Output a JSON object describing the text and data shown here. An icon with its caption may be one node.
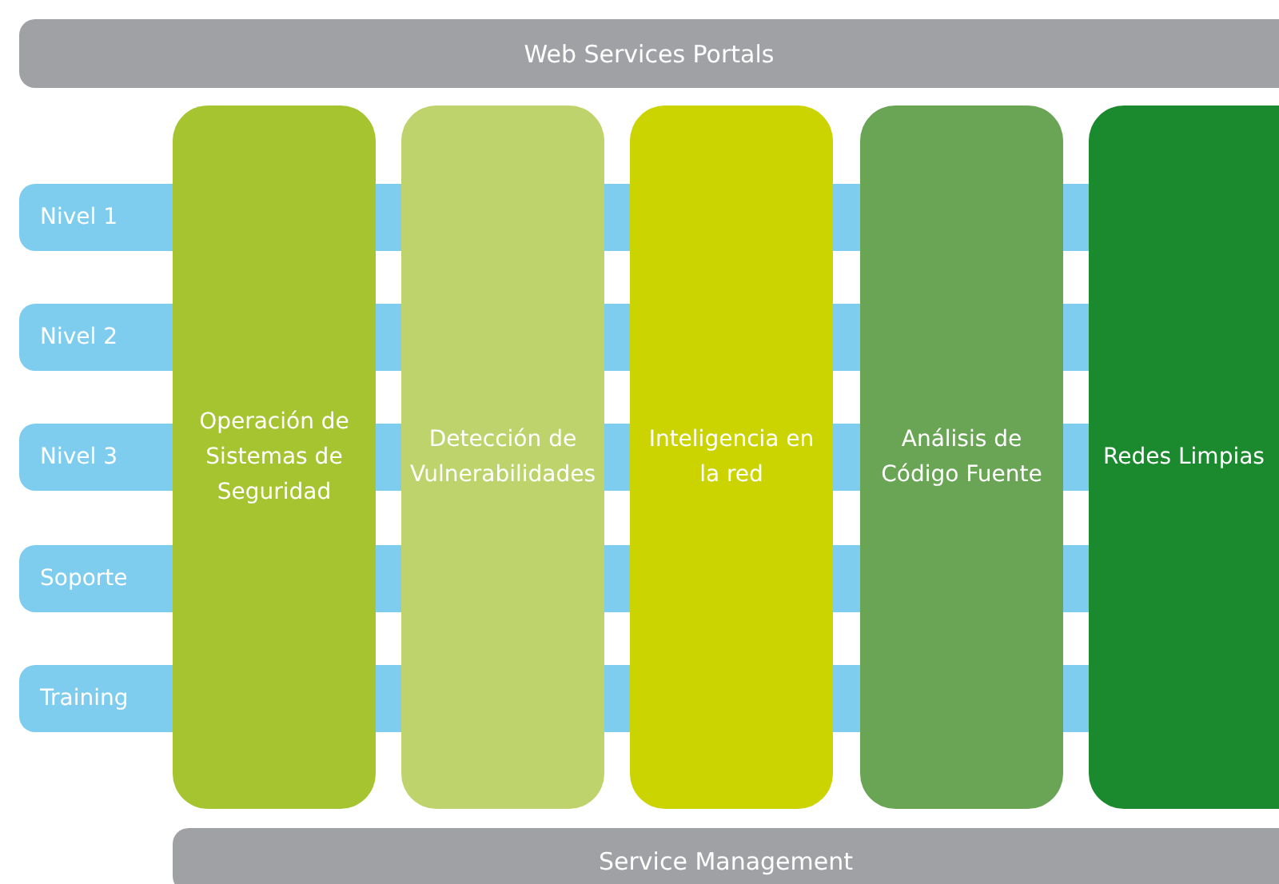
{
  "diagram": {
    "nodes": [
      {
        "text": [
          "Web Services Portals"
        ]
      },
      {
        "text": [
          "Nivel 1"
        ]
      },
      {
        "text": [
          "Nivel 2"
        ]
      },
      {
        "text": [
          "Nivel 3"
        ]
      },
      {
        "text": [
          "Soporte"
        ]
      },
      {
        "text": [
          "Training"
        ]
      },
      {
        "text": [
          "Operación de Sistemas de Seguridad"
        ]
      },
      {
        "text": [
          "Detección de Vulnerabilidades"
        ]
      },
      {
        "text": [
          "Inteligencia en la red"
        ]
      },
      {
        "text": [
          "Análisis de Código Fuente"
        ]
      },
      {
        "text": [
          "Redes Limpias"
        ]
      },
      {
        "text": [
          "Service Management"
        ]
      }
    ]
  }
}
